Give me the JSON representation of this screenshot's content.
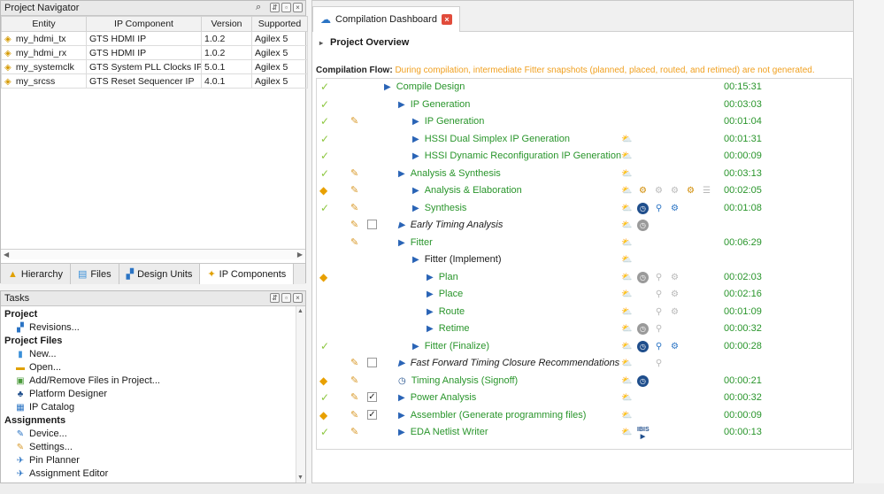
{
  "navigator": {
    "title": "Project Navigator",
    "columns": [
      "Entity",
      "IP Component",
      "Version",
      "Supported"
    ],
    "rows": [
      {
        "entity": "my_hdmi_tx",
        "ip": "GTS HDMI IP",
        "version": "1.0.2",
        "supported": "Agilex 5"
      },
      {
        "entity": "my_hdmi_rx",
        "ip": "GTS HDMI IP",
        "version": "1.0.2",
        "supported": "Agilex 5"
      },
      {
        "entity": "my_systemclk",
        "ip": "GTS System PLL Clocks IP",
        "version": "5.0.1",
        "supported": "Agilex 5"
      },
      {
        "entity": "my_srcss",
        "ip": "GTS Reset Sequencer IP",
        "version": "4.0.1",
        "supported": "Agilex 5"
      }
    ],
    "tabs": {
      "hierarchy": "Hierarchy",
      "files": "Files",
      "design_units": "Design Units",
      "ip_components": "IP Components"
    }
  },
  "tasks": {
    "title": "Tasks",
    "groups": {
      "project": "Project",
      "project_files": "Project Files",
      "assignments": "Assignments"
    },
    "items": {
      "revisions": "Revisions...",
      "new": "New...",
      "open": "Open...",
      "add_remove": "Add/Remove Files in Project...",
      "platform_designer": "Platform Designer",
      "ip_catalog": "IP Catalog",
      "device": "Device...",
      "settings": "Settings...",
      "pin_planner": "Pin Planner",
      "assignment_editor": "Assignment Editor"
    }
  },
  "dashboard": {
    "tab_label": "Compilation Dashboard",
    "project_overview": "Project Overview",
    "flow_label": "Compilation Flow:",
    "flow_note": "During compilation, intermediate Fitter snapshots (planned, placed, routed, and retimed) are not generated.",
    "flow": [
      {
        "name": "Compile Design",
        "time": "00:15:31"
      },
      {
        "name": "IP Generation",
        "time": "00:03:03"
      },
      {
        "name": "IP Generation",
        "time": "00:01:04"
      },
      {
        "name": "HSSI Dual Simplex IP Generation",
        "time": "00:01:31"
      },
      {
        "name": "HSSI Dynamic Reconfiguration IP Generation",
        "time": "00:00:09"
      },
      {
        "name": "Analysis & Synthesis",
        "time": "00:03:13"
      },
      {
        "name": "Analysis & Elaboration",
        "time": "00:02:05"
      },
      {
        "name": "Synthesis",
        "time": "00:01:08"
      },
      {
        "name": "Early Timing Analysis",
        "time": ""
      },
      {
        "name": "Fitter",
        "time": "00:06:29"
      },
      {
        "name": "Fitter (Implement)",
        "time": ""
      },
      {
        "name": "Plan",
        "time": "00:02:03"
      },
      {
        "name": "Place",
        "time": "00:02:16"
      },
      {
        "name": "Route",
        "time": "00:01:09"
      },
      {
        "name": "Retime",
        "time": "00:00:32"
      },
      {
        "name": "Fitter (Finalize)",
        "time": "00:00:28"
      },
      {
        "name": "Fast Forward Timing Closure Recommendations",
        "time": ""
      },
      {
        "name": "Timing Analysis (Signoff)",
        "time": "00:00:21"
      },
      {
        "name": "Power Analysis",
        "time": "00:00:32"
      },
      {
        "name": "Assembler (Generate programming files)",
        "time": "00:00:09"
      },
      {
        "name": "EDA Netlist Writer",
        "time": "00:00:13"
      }
    ],
    "ibis": "IBIS"
  }
}
